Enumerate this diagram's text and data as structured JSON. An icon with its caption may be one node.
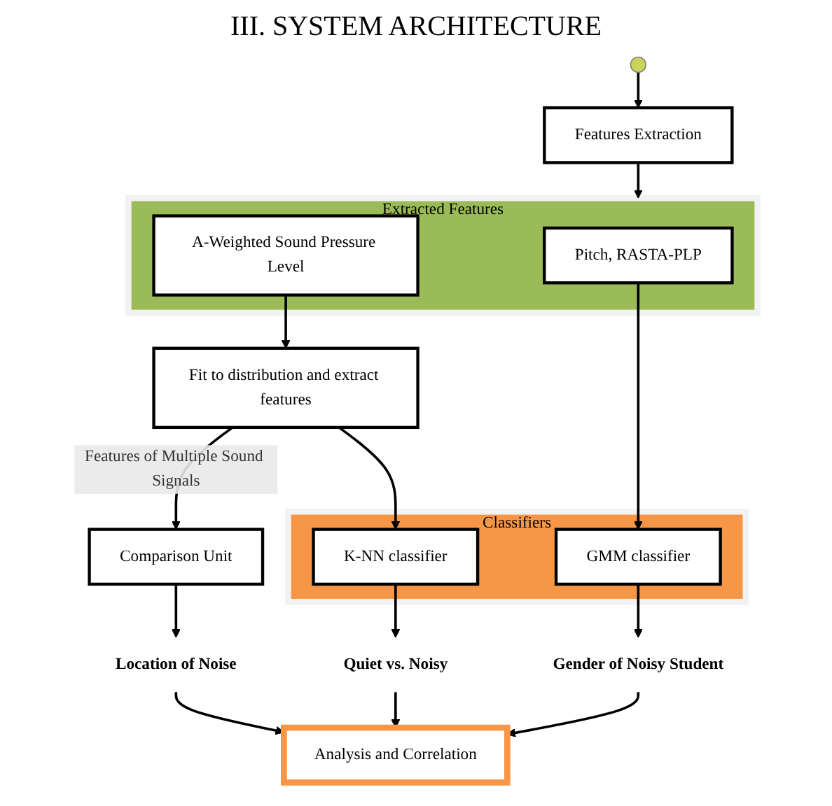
{
  "diagram": {
    "title": "III. SYSTEM ARCHITECTURE",
    "nodes": [
      {
        "text": [],
        "shape": "picture"
      },
      {
        "text": [
          "Features Extraction"
        ]
      },
      {
        "text": [
          "Extracted Features"
        ]
      },
      {
        "text": [
          "Pitch, RASTA-PLP"
        ],
        "in": 2
      },
      {
        "text": [
          "A-Weighted Sound Pressure Level"
        ],
        "in": 2
      },
      {
        "text": [
          "Fit to distribution and extract features"
        ]
      },
      {
        "text": [
          "Comparison Unit"
        ]
      },
      {
        "text": [
          "Classifiers"
        ]
      },
      {
        "text": [
          "K-NN classifier"
        ],
        "in": 7
      },
      {
        "text": [
          "GMM classifier"
        ],
        "in": 7
      },
      {
        "text": [
          "Location of Noise"
        ]
      },
      {
        "text": [
          "Quiet vs. Noisy"
        ]
      },
      {
        "text": [
          "Gender of Noisy Student"
        ]
      },
      {
        "text": [
          "Analysis and Correlation"
        ]
      }
    ],
    "edges": [
      {
        "from": 0,
        "to": 1,
        "arrow": "to"
      },
      {
        "from": 1,
        "to": 2,
        "arrow": "to"
      },
      {
        "from": 4,
        "to": 5,
        "arrow": "to"
      },
      {
        "from": 5,
        "to": 6,
        "arrow": "to",
        "label": "Features of Multiple Sound Signals"
      },
      {
        "from": 5,
        "to": 8,
        "arrow": "to"
      },
      {
        "from": 3,
        "to": 9,
        "arrow": "to"
      },
      {
        "from": 6,
        "to": 10,
        "arrow": "to"
      },
      {
        "from": 8,
        "to": 11,
        "arrow": "to"
      },
      {
        "from": 9,
        "to": 12,
        "arrow": "to"
      },
      {
        "from": 10,
        "to": 13,
        "arrow": "to"
      },
      {
        "from": 11,
        "to": 13,
        "arrow": "to"
      },
      {
        "from": 12,
        "to": 13,
        "arrow": "to"
      }
    ]
  }
}
